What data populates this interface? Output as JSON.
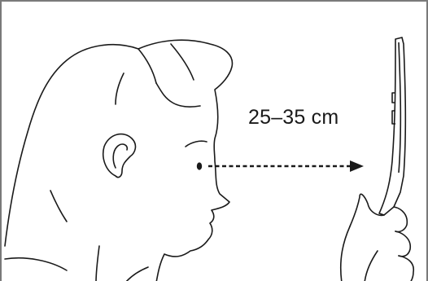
{
  "diagram": {
    "distance_label": "25–35 cm",
    "stroke_color": "#1a1a1a",
    "frame_color": "#7a7a7a",
    "arrow_style": "dashed",
    "subjects": [
      "head-profile",
      "smartphone",
      "hand"
    ]
  }
}
